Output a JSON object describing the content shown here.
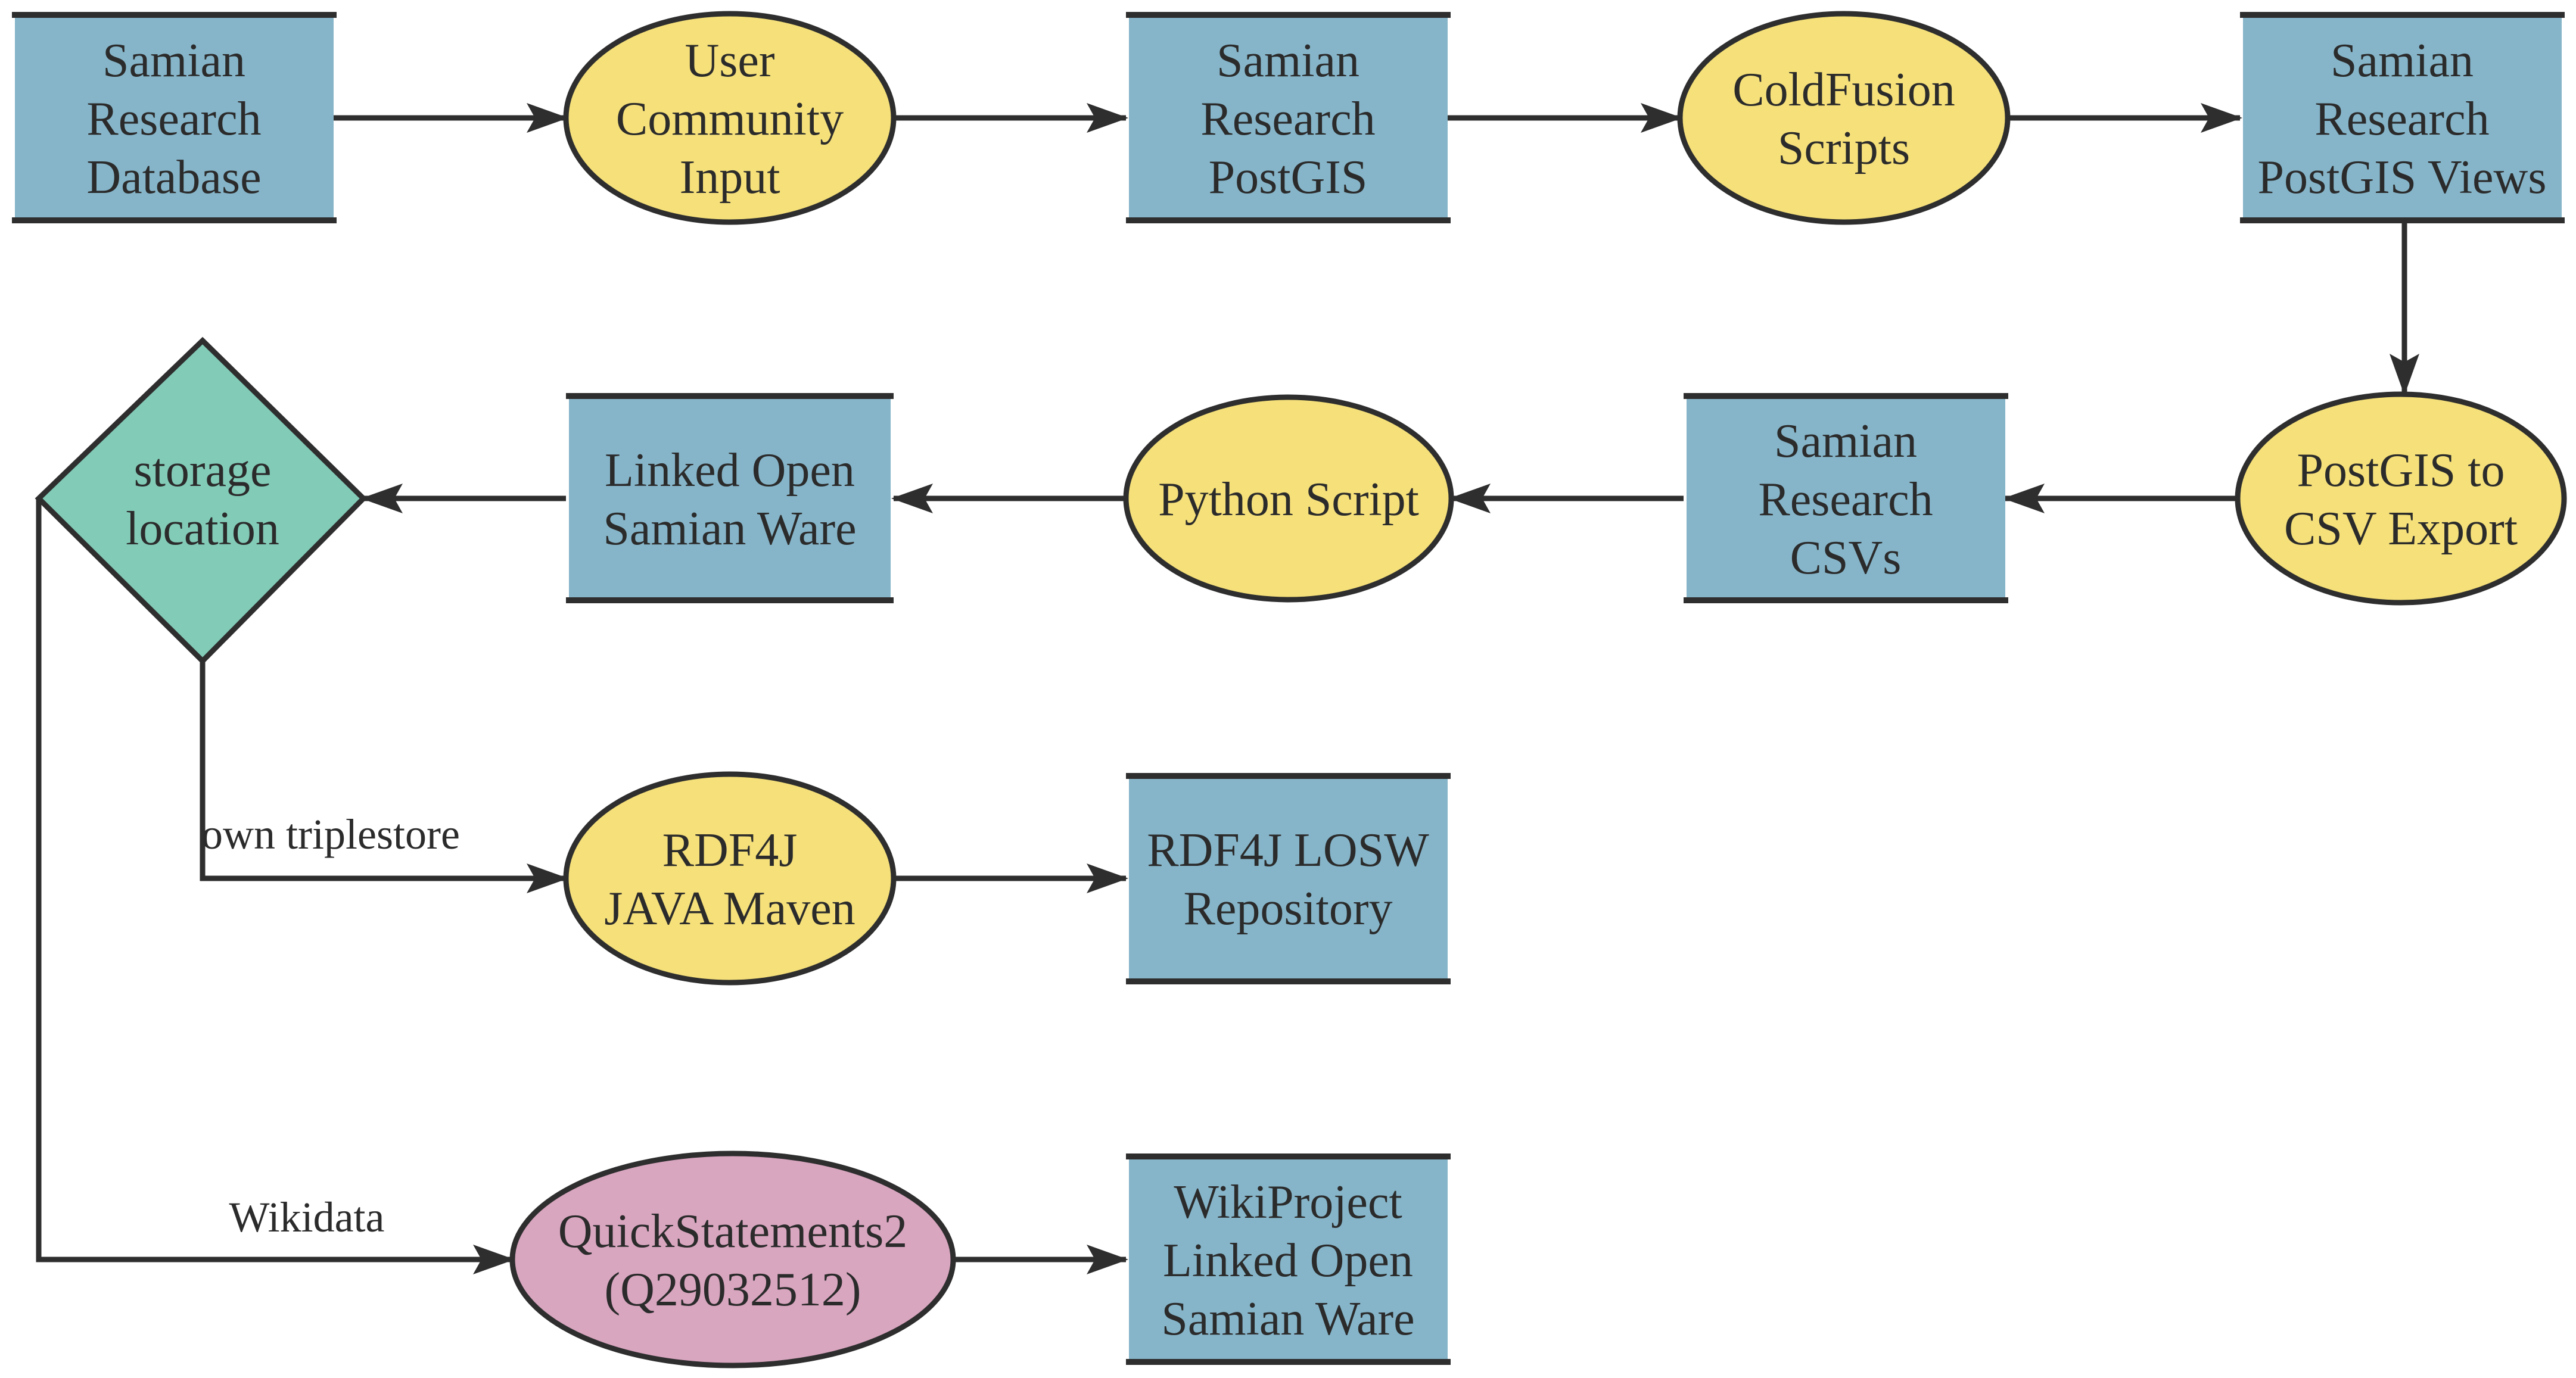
{
  "colors": {
    "data_box": "#86b5c9",
    "process": "#f5e07a",
    "decision": "#82cbb7",
    "wikidata_process": "#d9a6c0",
    "line": "#2e2e2e"
  },
  "nodes": {
    "samian_research_database": {
      "shape": "box",
      "lines": [
        "Samian",
        "Research",
        "Database"
      ]
    },
    "user_community_input": {
      "shape": "ellipse",
      "lines": [
        "User",
        "Community",
        "Input"
      ]
    },
    "samian_research_postgis": {
      "shape": "box",
      "lines": [
        "Samian",
        "Research",
        "PostGIS"
      ]
    },
    "coldfusion_scripts": {
      "shape": "ellipse",
      "lines": [
        "ColdFusion",
        "Scripts"
      ]
    },
    "samian_research_postgis_views": {
      "shape": "box",
      "lines": [
        "Samian",
        "Research",
        "PostGIS Views"
      ]
    },
    "postgis_to_csv_export": {
      "shape": "ellipse",
      "lines": [
        "PostGIS to",
        "CSV Export"
      ]
    },
    "samian_research_csvs": {
      "shape": "box",
      "lines": [
        "Samian",
        "Research",
        "CSVs"
      ]
    },
    "python_script": {
      "shape": "ellipse",
      "lines": [
        "Python Script"
      ]
    },
    "linked_open_samian_ware": {
      "shape": "box",
      "lines": [
        "Linked Open",
        "Samian Ware"
      ]
    },
    "storage_location": {
      "shape": "diamond",
      "lines": [
        "storage",
        "location"
      ]
    },
    "rdf4j_java_maven": {
      "shape": "ellipse",
      "lines": [
        "RDF4J",
        "JAVA Maven"
      ]
    },
    "rdf4j_losw_repository": {
      "shape": "box",
      "lines": [
        "RDF4J LOSW",
        "Repository"
      ]
    },
    "quickstatements2": {
      "shape": "ellipse",
      "lines": [
        "QuickStatements2",
        "(Q29032512)"
      ]
    },
    "wikiproject_losw": {
      "shape": "box",
      "lines": [
        "WikiProject",
        "Linked Open",
        "Samian Ware"
      ]
    }
  },
  "edge_labels": {
    "own_triplestore": "own triplestore",
    "wikidata": "Wikidata"
  }
}
